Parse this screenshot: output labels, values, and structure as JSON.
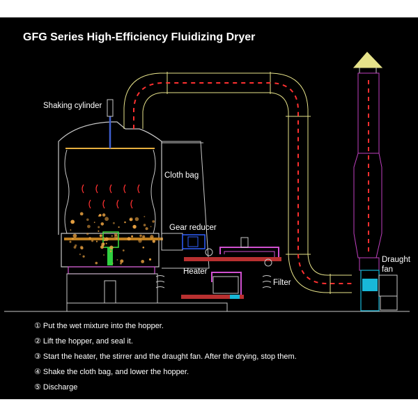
{
  "title": "GFG Series High-Efficiency Fluidizing Dryer",
  "labels": {
    "shaking_cylinder": "Shaking cylinder",
    "cloth_bag": "Cloth bag",
    "gear_reducer": "Gear reducer",
    "heater": "Heater",
    "filter": "Filter",
    "draught_fan_line1": "Draught",
    "draught_fan_line2": "fan"
  },
  "steps": [
    {
      "num": "①",
      "text": "Put the wet mixture into the hopper."
    },
    {
      "num": "②",
      "text": "Lift the hopper, and seal it."
    },
    {
      "num": "③",
      "text": "Start the heater, the stirrer and the draught fan. After the drying, stop them."
    },
    {
      "num": "④",
      "text": "Shake the cloth bag, and lower the hopper."
    },
    {
      "num": "⑤",
      "text": "Discharge"
    }
  ],
  "colors": {
    "background": "#000000",
    "outline": "#c9c9c9",
    "duct": "#e7e38a",
    "airflow": "#ff3030",
    "chimney": "#c040c0",
    "fan": "#18b8d8",
    "particles": "#e8a040",
    "pipe": "#d050d0",
    "motor": "#3060ff"
  }
}
